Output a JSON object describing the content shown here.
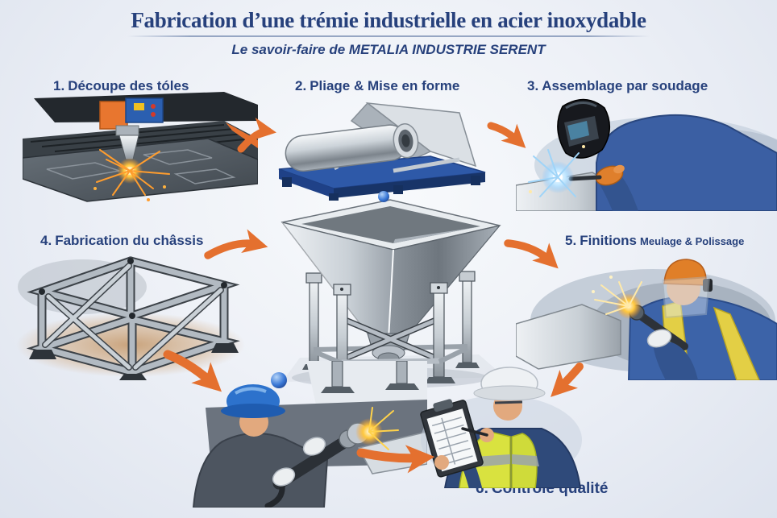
{
  "header": {
    "title": "Fabrication d’une trémie industrielle en acier inoxydable",
    "subtitle": "Le savoir-faire de METALIA INDUSTRIE SERENT"
  },
  "steps": [
    {
      "num": "1.",
      "label": "Découpe des tóles",
      "illustration": "laser-cutting-machine"
    },
    {
      "num": "2.",
      "label": "Pliage & Mise en forme",
      "illustration": "sheet-metal-rolling"
    },
    {
      "num": "3.",
      "label": "Assemblage par soudage",
      "illustration": "welder-at-work"
    },
    {
      "num": "4.",
      "label": "Fabrication du châssis",
      "illustration": "steel-chassis-frame"
    },
    {
      "num": "5.",
      "label": "Finitions",
      "sublabel": "Meulage & Polissage",
      "illustration": "grinding-polishing-worker"
    },
    {
      "num": "6.",
      "label": "Contrôle qualité",
      "illustration": "quality-inspector-clipboard"
    }
  ],
  "center": {
    "illustration": "stainless-steel-hopper-on-stand"
  },
  "colors": {
    "heading_text": "#27417c",
    "arrow_orange": "#e4702f",
    "background": "#eef1f7",
    "workwear_blue": "#3b5fa3",
    "hivis_yellow": "#d9e23f",
    "steel_light": "#eef1f4",
    "steel_dark": "#7e868e"
  }
}
